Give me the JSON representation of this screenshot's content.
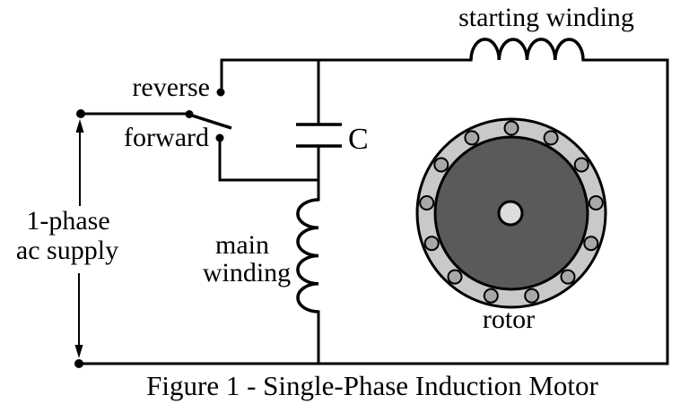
{
  "figure_caption": "Figure 1 - Single-Phase Induction Motor",
  "labels": {
    "starting_winding": "starting winding",
    "reverse": "reverse",
    "forward": "forward",
    "capacitor": "C",
    "supply_line1": "1-phase",
    "supply_line2": "ac supply",
    "main_winding_line1": "main",
    "main_winding_line2": "winding",
    "rotor": "rotor"
  },
  "colors": {
    "line": "#000000",
    "background": "#ffffff",
    "rotor_ring": "#c9c9c9",
    "rotor_disk": "#5a5a5a",
    "rotor_hub": "#dcdcdc",
    "rotor_bolt": "#a8a8a8"
  },
  "rotor": {
    "bolt_count": 13
  }
}
